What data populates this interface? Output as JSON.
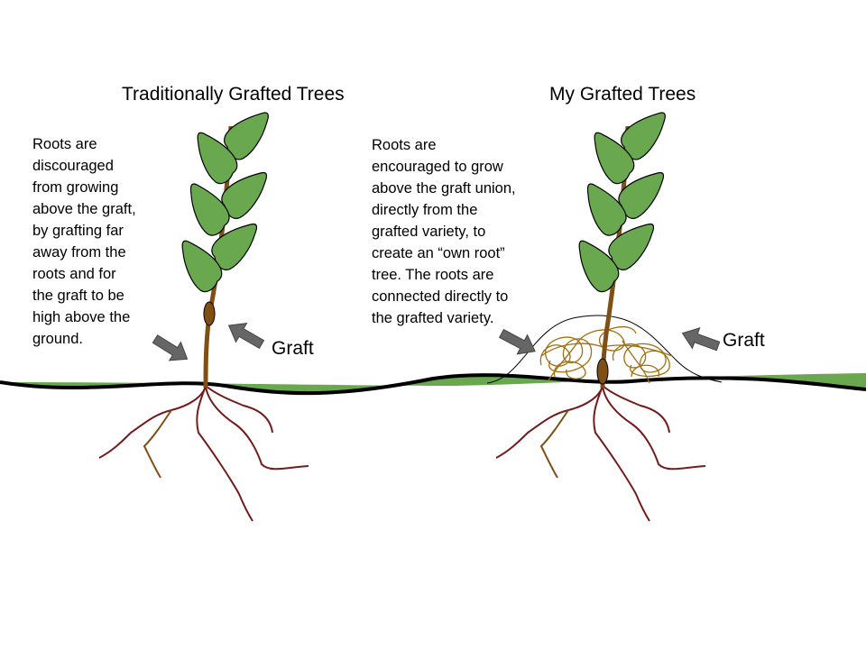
{
  "left": {
    "title": "Traditionally Grafted Trees",
    "description": "Roots are\ndiscouraged\nfrom growing\nabove the graft,\nby grafting far\naway from the\nroots and for\nthe graft to be\nhigh above the\nground.",
    "graft_label": "Graft"
  },
  "right": {
    "title": "My Grafted Trees",
    "description": "Roots are\nencouraged to grow\nabove the graft union,\ndirectly from the\ngrafted variety, to\ncreate an “own root”\ntree. The roots are\nconnected directly to\nthe grafted variety.",
    "graft_label": "Graft"
  },
  "colors": {
    "leaf": "#6aa84f",
    "stem": "#7f4f13",
    "root": "#741b1b",
    "grass": "#6aa84f",
    "arrow": "#666666",
    "tangle": "#a0700f"
  }
}
